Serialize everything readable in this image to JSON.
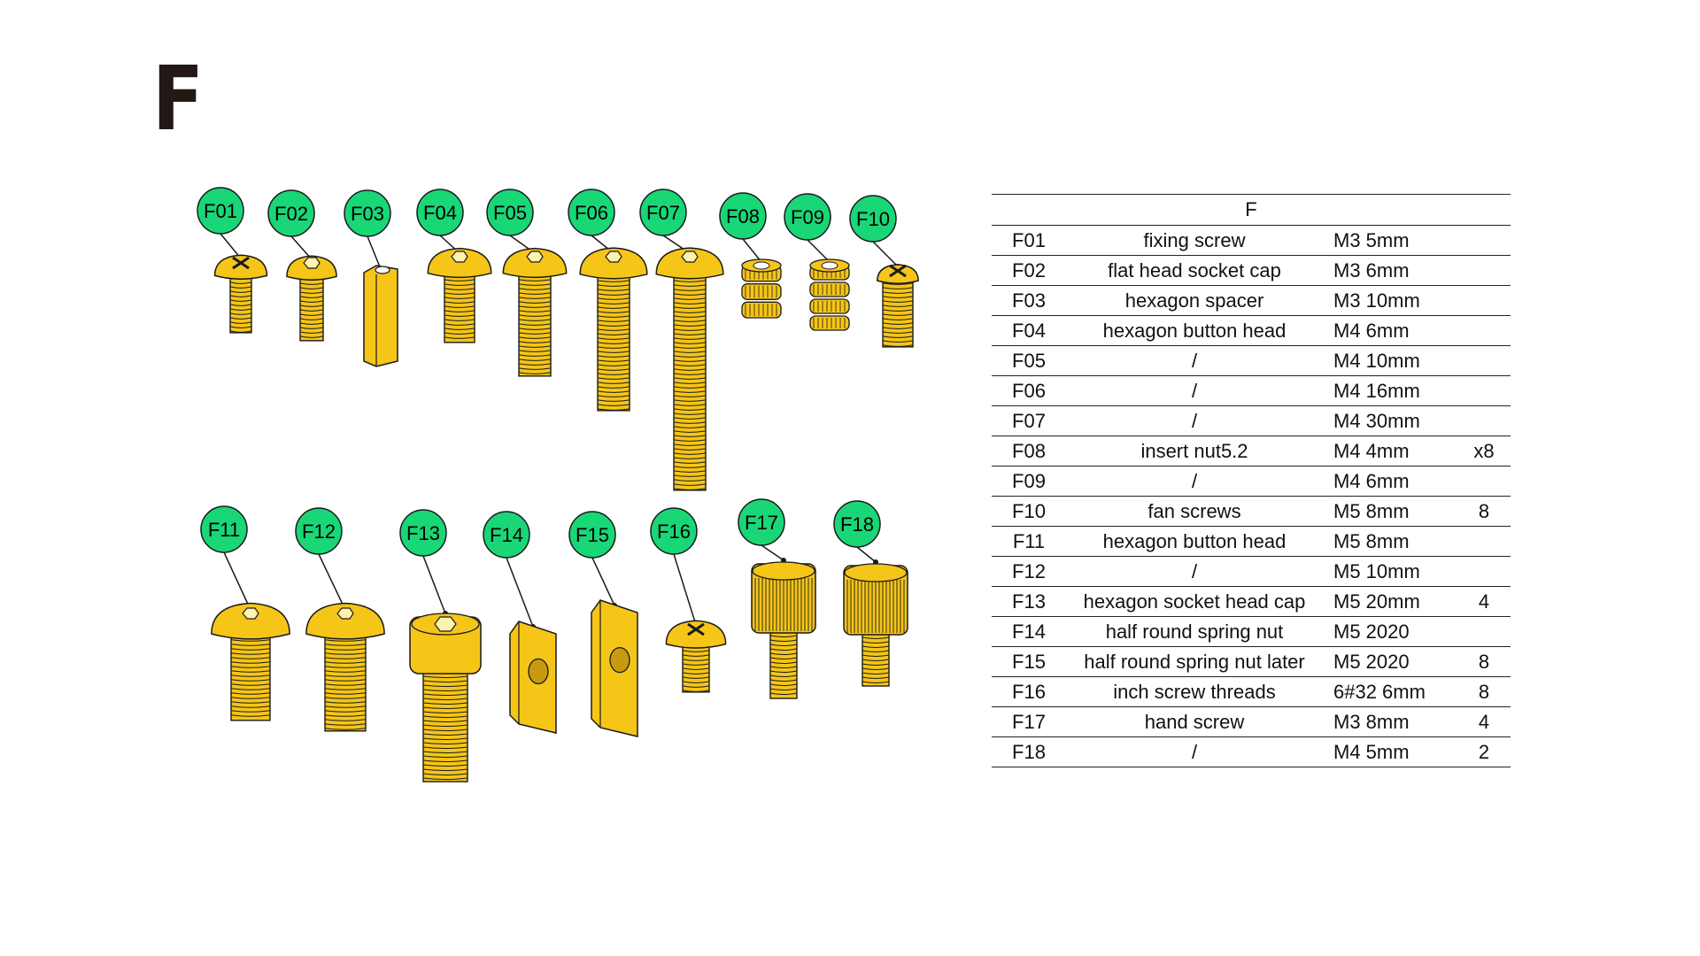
{
  "page": {
    "title": "F"
  },
  "table": {
    "header": "F",
    "rows": [
      {
        "code": "F01",
        "name": "fixing screw",
        "spec": "M3 5mm",
        "qty": ""
      },
      {
        "code": "F02",
        "name": "flat head socket cap",
        "spec": "M3 6mm",
        "qty": ""
      },
      {
        "code": "F03",
        "name": "hexagon spacer",
        "spec": "M3 10mm",
        "qty": ""
      },
      {
        "code": "F04",
        "name": "hexagon button head",
        "spec": "M4 6mm",
        "qty": ""
      },
      {
        "code": "F05",
        "name": "/",
        "spec": "M4 10mm",
        "qty": ""
      },
      {
        "code": "F06",
        "name": "/",
        "spec": "M4 16mm",
        "qty": ""
      },
      {
        "code": "F07",
        "name": "/",
        "spec": "M4 30mm",
        "qty": ""
      },
      {
        "code": "F08",
        "name": "insert nut5.2",
        "spec": "M4 4mm",
        "qty": "x8"
      },
      {
        "code": "F09",
        "name": "/",
        "spec": "M4 6mm",
        "qty": ""
      },
      {
        "code": "F10",
        "name": "fan screws",
        "spec": "M5 8mm",
        "qty": "8"
      },
      {
        "code": "F11",
        "name": "hexagon button head",
        "spec": "M5 8mm",
        "qty": ""
      },
      {
        "code": "F12",
        "name": "/",
        "spec": "M5 10mm",
        "qty": ""
      },
      {
        "code": "F13",
        "name": "hexagon socket head cap",
        "spec": "M5 20mm",
        "qty": "4"
      },
      {
        "code": "F14",
        "name": "half round spring nut",
        "spec": "M5 2020",
        "qty": ""
      },
      {
        "code": "F15",
        "name": "half round spring nut later",
        "spec": "M5 2020",
        "qty": "8"
      },
      {
        "code": "F16",
        "name": "inch screw threads",
        "spec": "6#32 6mm",
        "qty": "8"
      },
      {
        "code": "F17",
        "name": "hand screw",
        "spec": "M3 8mm",
        "qty": "4"
      },
      {
        "code": "F18",
        "name": "/",
        "spec": "M4 5mm",
        "qty": "2"
      }
    ]
  },
  "diagram": {
    "label_color": "#19d677",
    "part_color": "#f5c518",
    "parts": [
      {
        "label": "F01",
        "kind": "phillips"
      },
      {
        "label": "F02",
        "kind": "flathex"
      },
      {
        "label": "F03",
        "kind": "spacer"
      },
      {
        "label": "F04",
        "kind": "button"
      },
      {
        "label": "F05",
        "kind": "button"
      },
      {
        "label": "F06",
        "kind": "button"
      },
      {
        "label": "F07",
        "kind": "button"
      },
      {
        "label": "F08",
        "kind": "insert"
      },
      {
        "label": "F09",
        "kind": "insert"
      },
      {
        "label": "F10",
        "kind": "fan"
      },
      {
        "label": "F11",
        "kind": "button"
      },
      {
        "label": "F12",
        "kind": "button"
      },
      {
        "label": "F13",
        "kind": "capscrew"
      },
      {
        "label": "F14",
        "kind": "tnut"
      },
      {
        "label": "F15",
        "kind": "tnut"
      },
      {
        "label": "F16",
        "kind": "phillips"
      },
      {
        "label": "F17",
        "kind": "thumb"
      },
      {
        "label": "F18",
        "kind": "thumb"
      }
    ]
  }
}
